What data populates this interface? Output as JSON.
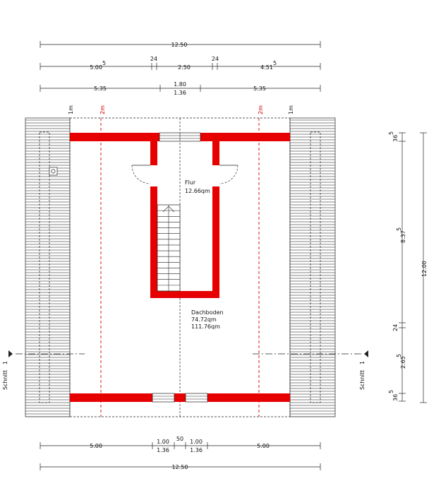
{
  "dimensions_top": {
    "row1": {
      "total": "12.50"
    },
    "row2": {
      "left": "5.00",
      "left_sup": "5",
      "wall_a": "24",
      "mid": "2.50",
      "wall_b": "24",
      "right": "4.51",
      "right_sup": "5"
    },
    "row3": {
      "left": "5.35",
      "mid_top": "1.80",
      "mid_bottom": "1.36",
      "right": "5.35"
    }
  },
  "dimensions_bottom": {
    "row1": {
      "left": "5.00",
      "w1_top": "1.00",
      "w1_bottom": "1.36",
      "gap": "50",
      "w2_top": "1.00",
      "w2_bottom": "1.36",
      "right": "5.00"
    },
    "row2": {
      "total": "12.50"
    }
  },
  "dimensions_right": {
    "top": "36",
    "top_sup": "5",
    "main": "8.37",
    "main_sup": "5",
    "wall": "24",
    "lower": "2.65",
    "lower_sup": "5",
    "bottom": "36",
    "bottom_sup": "5",
    "total": "12.00"
  },
  "height_markers": {
    "one_m_left": "1m",
    "two_m_left": "2m",
    "two_m_right": "2m",
    "one_m_right": "1m"
  },
  "rooms": {
    "flur": {
      "name": "Flur",
      "area": "12.66qm"
    },
    "dachboden": {
      "name": "Dachboden",
      "area1": "74.72qm",
      "area2": "111.76qm"
    }
  },
  "section": {
    "left_label": "Schnitt",
    "left_num": "1",
    "right_label": "Schnitt",
    "right_num": "1"
  },
  "colors": {
    "wall": "#e60000",
    "line": "#222222",
    "height_line": "#d00000"
  }
}
